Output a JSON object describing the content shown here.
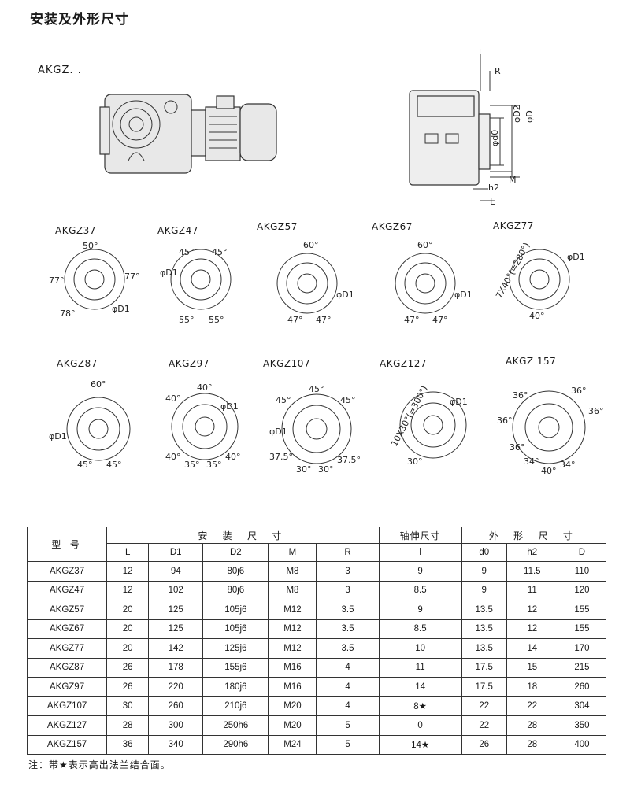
{
  "page": {
    "title": "安装及外形尺寸",
    "series_label": "AKGZ. .",
    "footnote": "注：带★表示高出法兰结合面。"
  },
  "side_view_labels": {
    "l": "l",
    "R": "R",
    "D2": "φD2",
    "D": "φD",
    "d0": "φd0",
    "M": "M",
    "h2": "h2",
    "L": "L"
  },
  "flanges": [
    {
      "model": "AKGZ37",
      "marks": [
        "50°",
        "77°",
        "77°",
        "78°",
        "φD1"
      ]
    },
    {
      "model": "AKGZ47",
      "marks": [
        "45°",
        "45°",
        "φD1",
        "55°",
        "55°"
      ]
    },
    {
      "model": "AKGZ57",
      "marks": [
        "60°",
        "φD1",
        "47°",
        "47°"
      ]
    },
    {
      "model": "AKGZ67",
      "marks": [
        "60°",
        "φD1",
        "47°",
        "47°"
      ]
    },
    {
      "model": "AKGZ77",
      "marks": [
        "7X40°(=280°)",
        "φD1",
        "40°"
      ]
    },
    {
      "model": "AKGZ87",
      "marks": [
        "60°",
        "φD1",
        "45°",
        "45°"
      ]
    },
    {
      "model": "AKGZ97",
      "marks": [
        "40°",
        "40°",
        "φD1",
        "40°",
        "35°",
        "35°",
        "40°"
      ]
    },
    {
      "model": "AKGZ107",
      "marks": [
        "45°",
        "45°",
        "45°",
        "φD1",
        "37.5°",
        "30°",
        "30°",
        "37.5°"
      ]
    },
    {
      "model": "AKGZ127",
      "marks": [
        "10X30°(=300°)",
        "φD1",
        "30°"
      ]
    },
    {
      "model": "AKGZ 157",
      "marks": [
        "36°",
        "36°",
        "36°",
        "36°",
        "36°",
        "34°",
        "40°",
        "34°"
      ]
    }
  ],
  "table": {
    "model_header": "型 号",
    "groups": [
      "安 装 尺 寸",
      "轴伸尺寸",
      "外 形 尺 寸"
    ],
    "columns": [
      "L",
      "D1",
      "D2",
      "M",
      "R",
      "l",
      "d0",
      "h2",
      "D"
    ],
    "rows": [
      [
        "AKGZ37",
        "12",
        "94",
        "80j6",
        "M8",
        "3",
        "9",
        "9",
        "11.5",
        "110"
      ],
      [
        "AKGZ47",
        "12",
        "102",
        "80j6",
        "M8",
        "3",
        "8.5",
        "9",
        "11",
        "120"
      ],
      [
        "AKGZ57",
        "20",
        "125",
        "105j6",
        "M12",
        "3.5",
        "9",
        "13.5",
        "12",
        "155"
      ],
      [
        "AKGZ67",
        "20",
        "125",
        "105j6",
        "M12",
        "3.5",
        "8.5",
        "13.5",
        "12",
        "155"
      ],
      [
        "AKGZ77",
        "20",
        "142",
        "125j6",
        "M12",
        "3.5",
        "10",
        "13.5",
        "14",
        "170"
      ],
      [
        "AKGZ87",
        "26",
        "178",
        "155j6",
        "M16",
        "4",
        "11",
        "17.5",
        "15",
        "215"
      ],
      [
        "AKGZ97",
        "26",
        "220",
        "180j6",
        "M16",
        "4",
        "14",
        "17.5",
        "18",
        "260"
      ],
      [
        "AKGZ107",
        "30",
        "260",
        "210j6",
        "M20",
        "4",
        "8★",
        "22",
        "22",
        "304"
      ],
      [
        "AKGZ127",
        "28",
        "300",
        "250h6",
        "M20",
        "5",
        "0",
        "22",
        "28",
        "350"
      ],
      [
        "AKGZ157",
        "36",
        "340",
        "290h6",
        "M24",
        "5",
        "14★",
        "26",
        "28",
        "400"
      ]
    ]
  }
}
